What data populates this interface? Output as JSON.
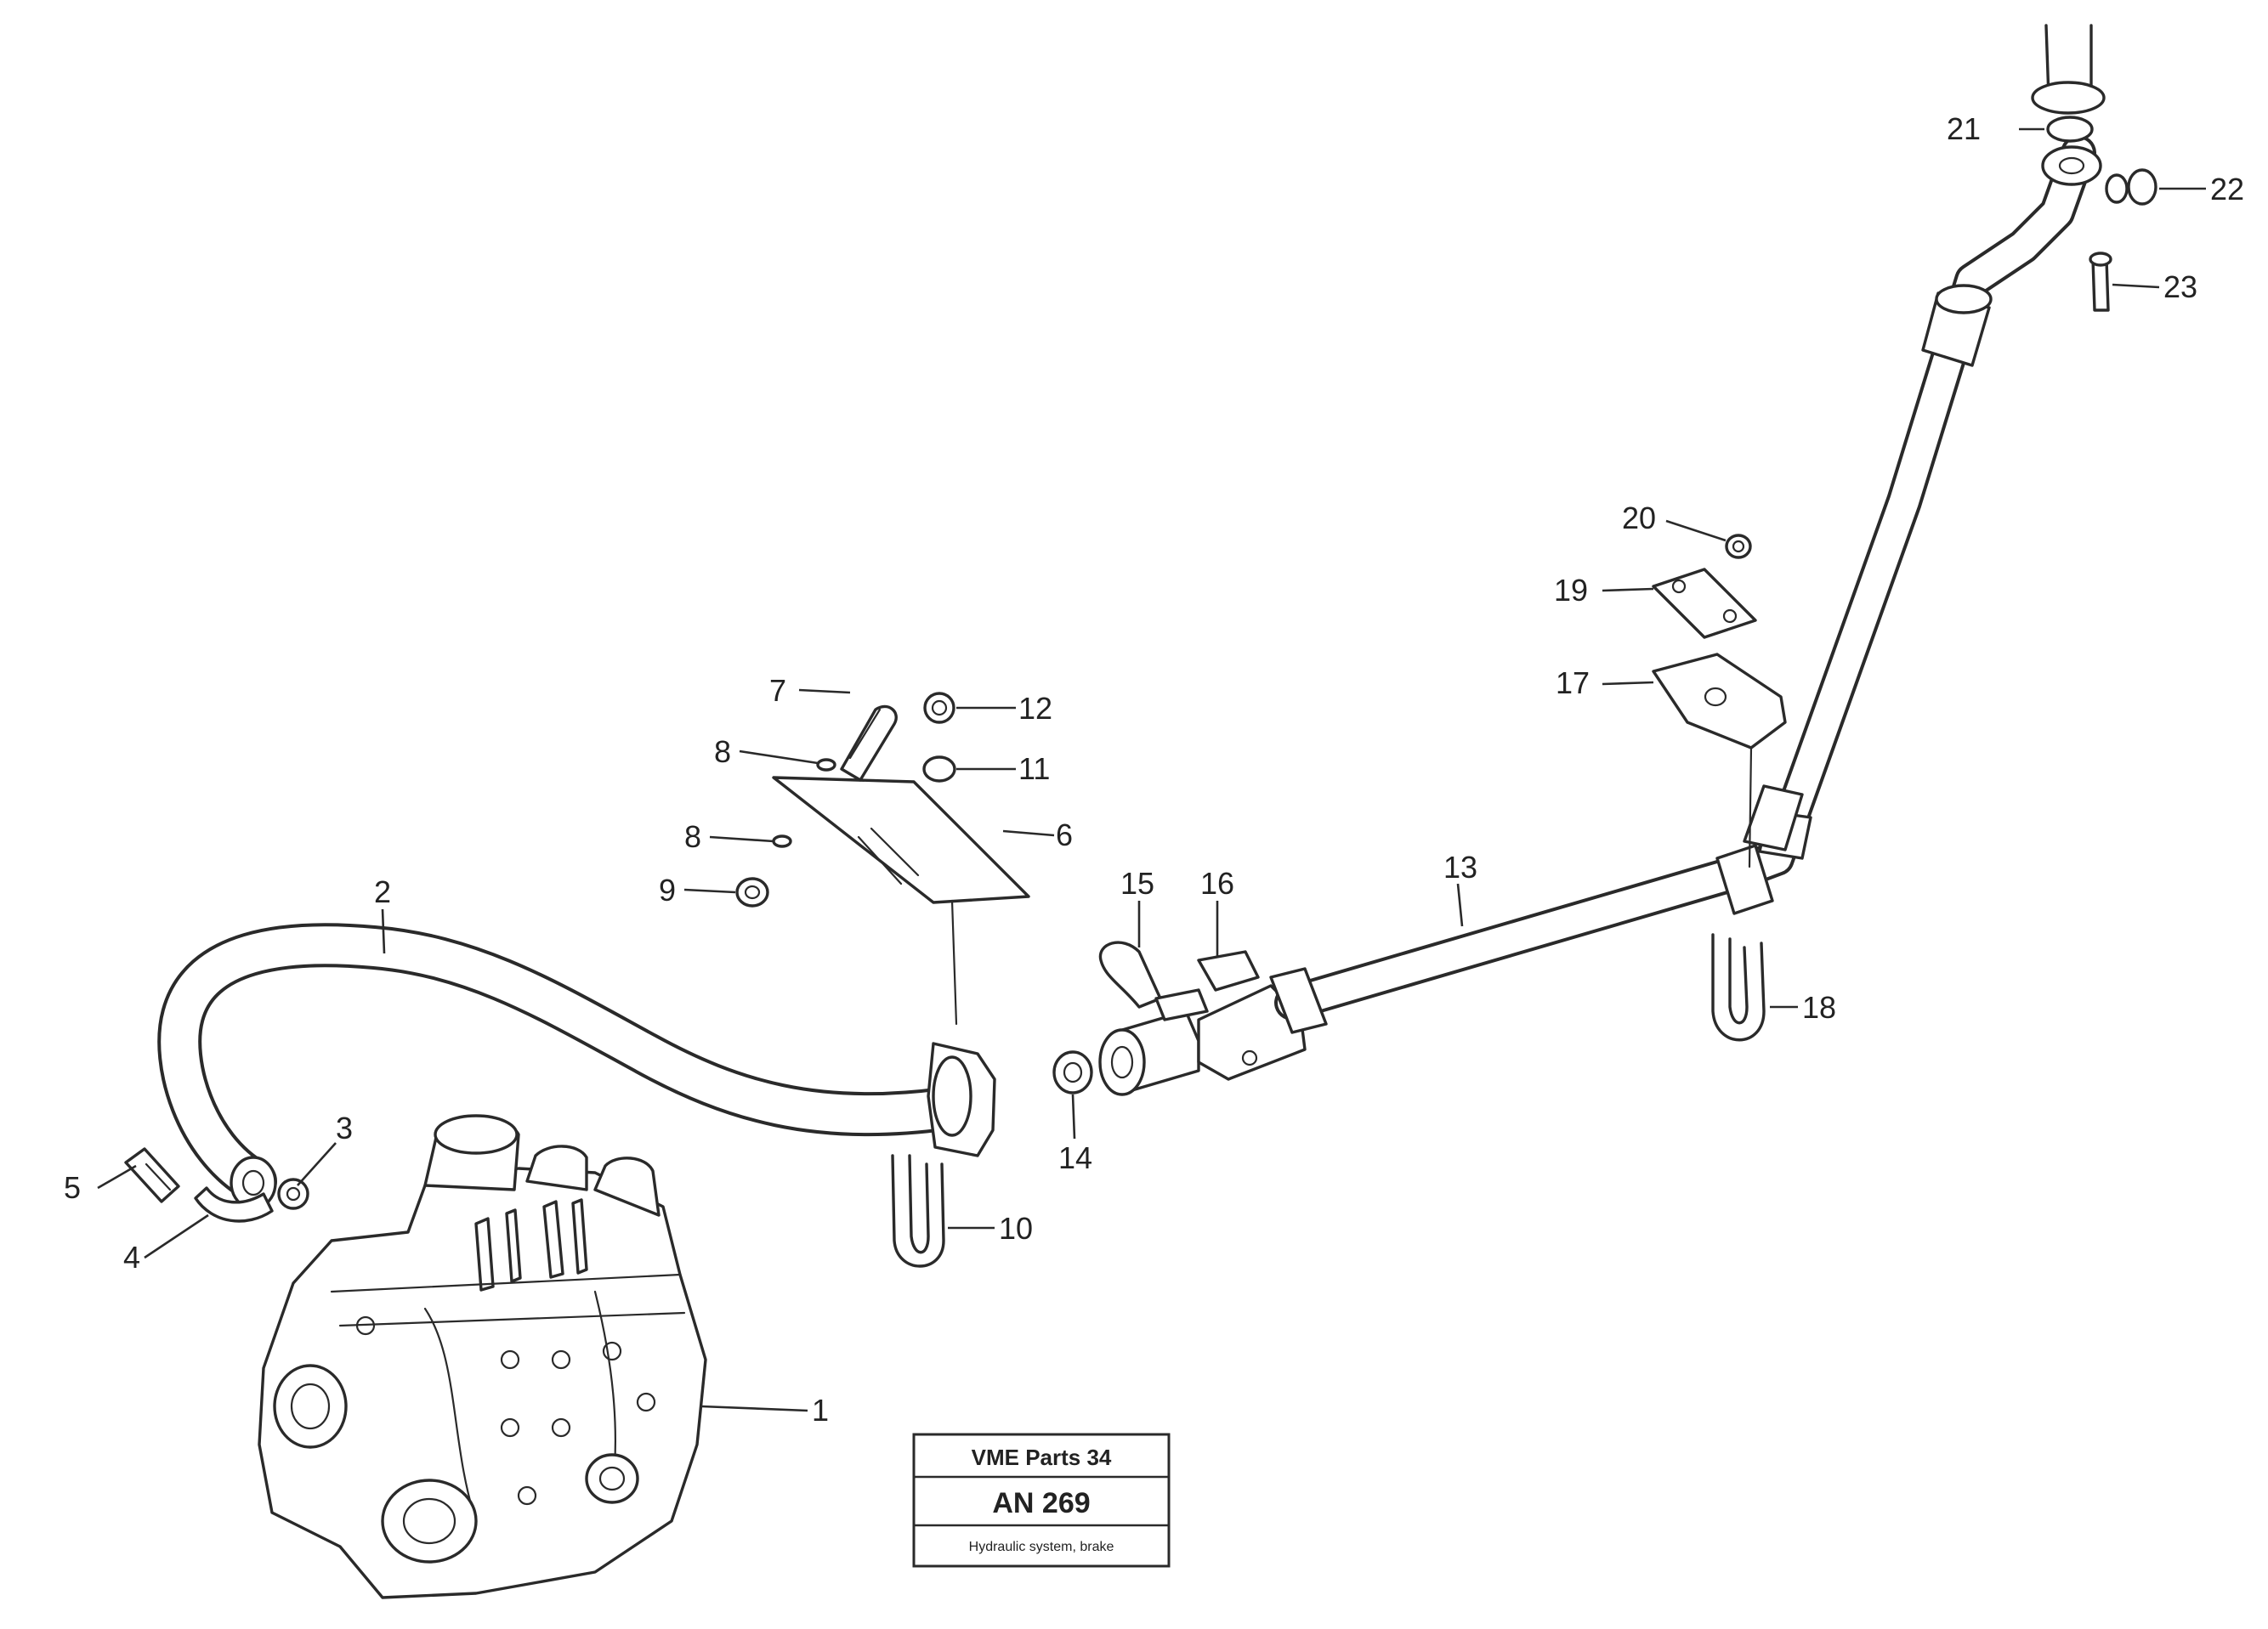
{
  "callouts": {
    "c1": "1",
    "c2": "2",
    "c3": "3",
    "c4": "4",
    "c5": "5",
    "c6": "6",
    "c7": "7",
    "c8": "8",
    "c9": "9",
    "c10": "10",
    "c11": "11",
    "c12": "12",
    "c13": "13",
    "c14": "14",
    "c15": "15",
    "c16": "16",
    "c17": "17",
    "c18": "18",
    "c19": "19",
    "c20": "20",
    "c21": "21",
    "c22": "22",
    "c23": "23"
  },
  "stamp": {
    "line1": "VME Parts 34",
    "line2": "AN 269",
    "line3": "Hydraulic system, brake"
  }
}
